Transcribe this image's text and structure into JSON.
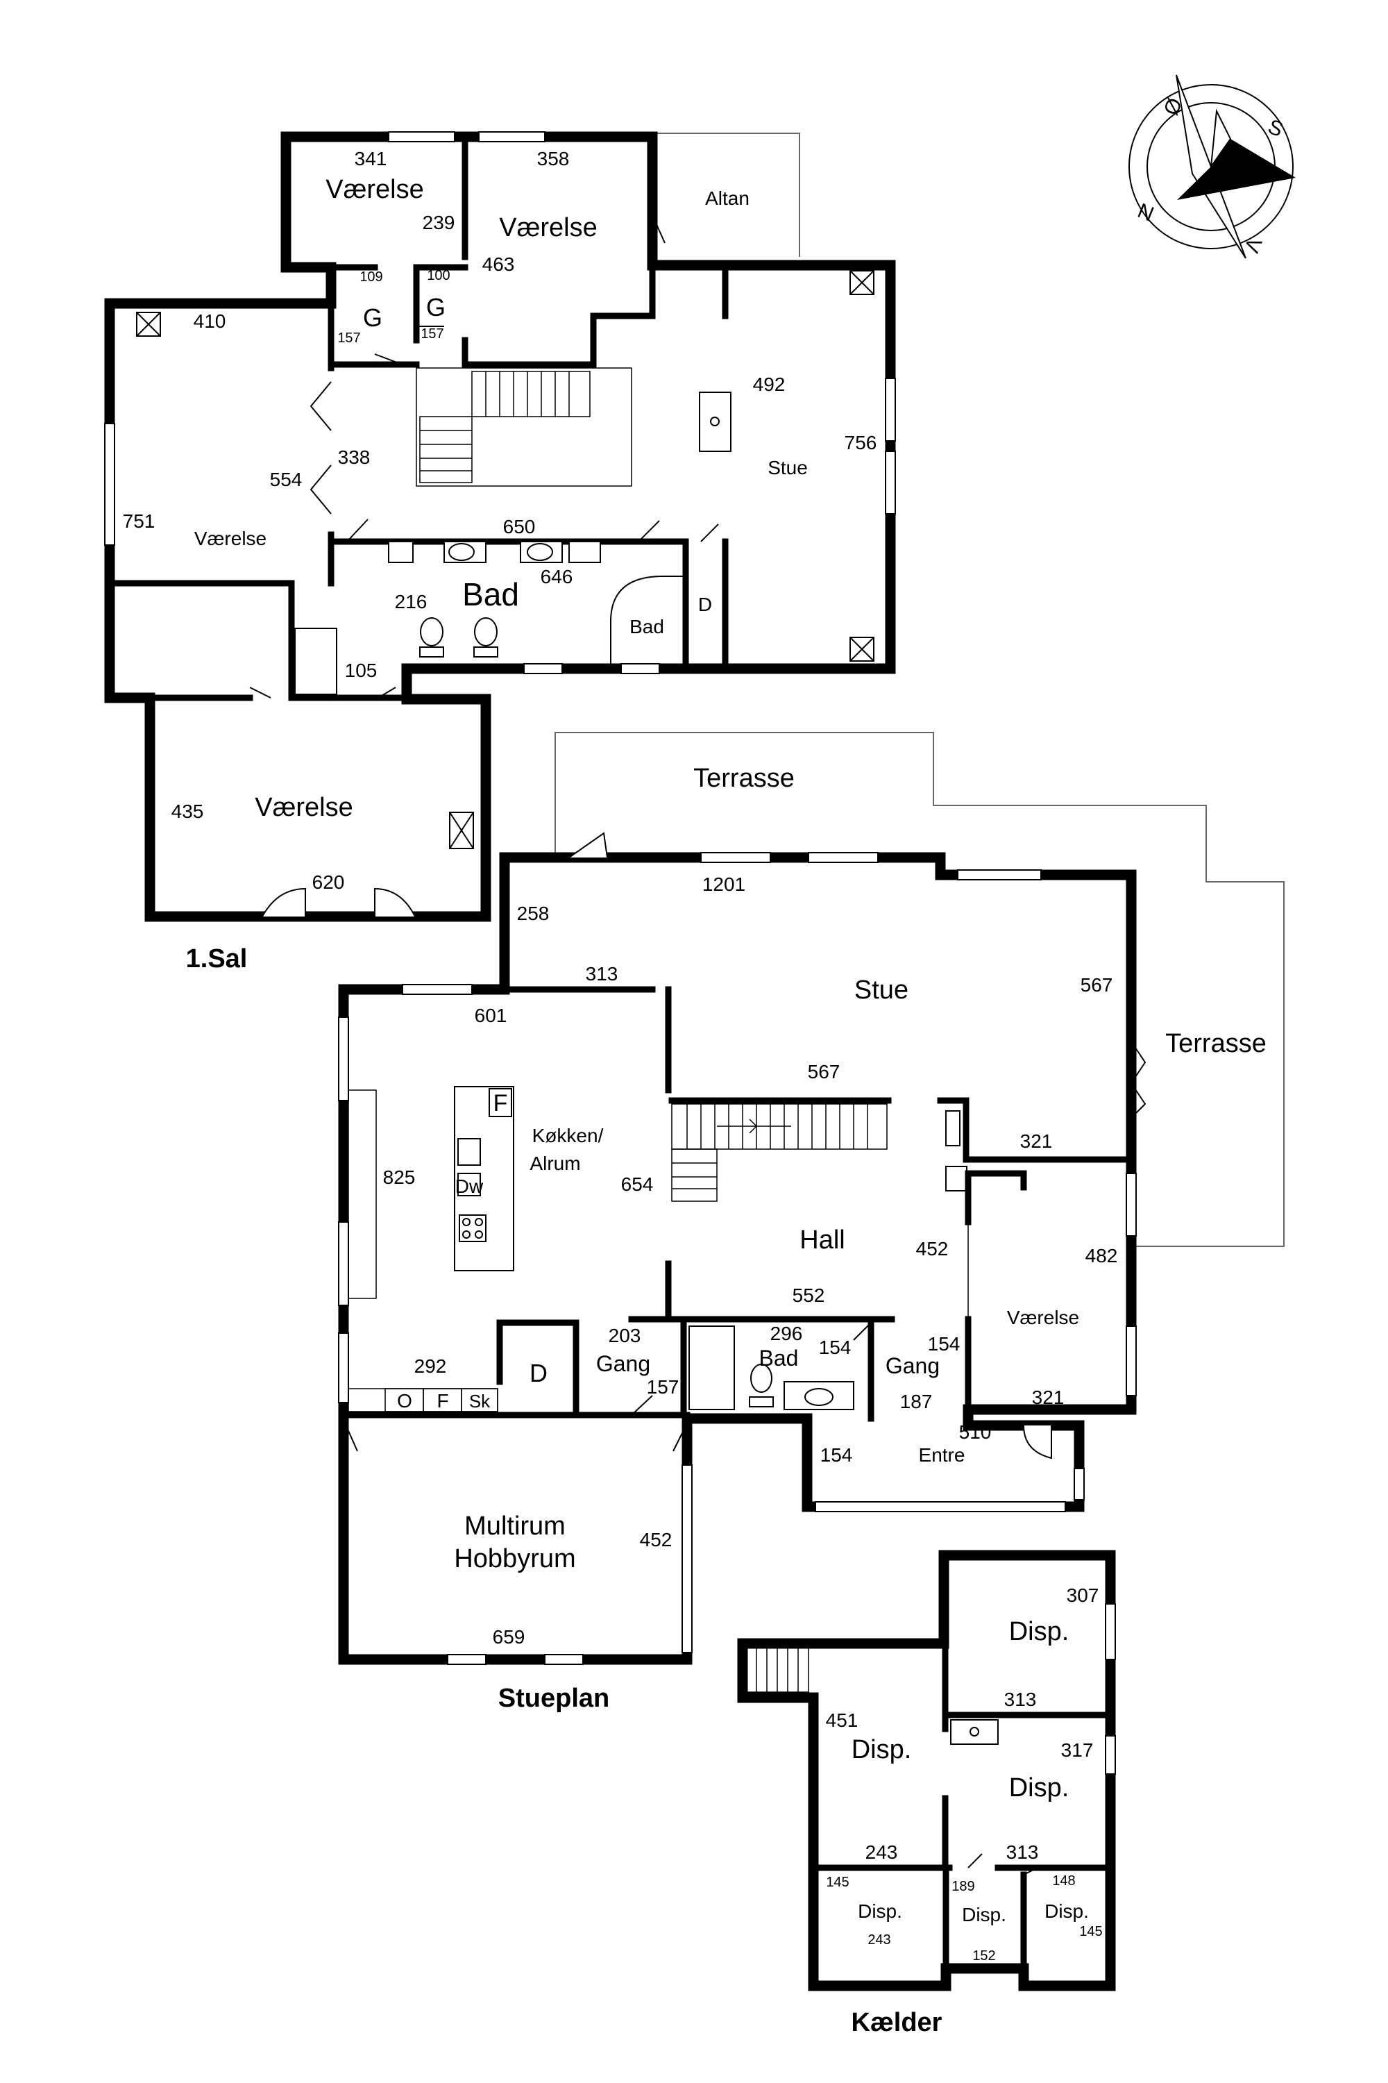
{
  "compass": {
    "letters": [
      "Ø",
      "S",
      "V",
      "N"
    ],
    "accent": "#000000"
  },
  "floors": {
    "first": {
      "title": "1.Sal",
      "rooms": {
        "vaerelse_a": "Værelse",
        "vaerelse_b": "Værelse",
        "altan": "Altan",
        "g1": "G",
        "g2": "G",
        "stue": "Stue",
        "vaerelse_west": "Værelse",
        "bad_big": "Bad",
        "bad_small": "Bad",
        "d": "D",
        "vaerelse_south": "Værelse"
      },
      "dims": {
        "d341": "341",
        "d239": "239",
        "d358": "358",
        "d463": "463",
        "d109": "109",
        "d100": "100",
        "d157a": "157",
        "d157b": "157",
        "d410": "410",
        "d492": "492",
        "d756": "756",
        "d338": "338",
        "d554": "554",
        "d751": "751",
        "d650": "650",
        "d646": "646",
        "d216": "216",
        "d105": "105",
        "d435": "435",
        "d620": "620"
      }
    },
    "ground": {
      "title": "Stueplan",
      "rooms": {
        "terrasse_top": "Terrasse",
        "terrasse_right": "Terrasse",
        "stue": "Stue",
        "kitchen_1": "Køkken/",
        "kitchen_2": "Alrum",
        "hall": "Hall",
        "vaerelse": "Værelse",
        "d": "D",
        "gang_1": "Gang",
        "bad": "Bad",
        "gang_2": "Gang",
        "entre": "Entre",
        "multi_1": "Multirum",
        "multi_2": "Hobbyrum"
      },
      "fixtures": {
        "f": "F",
        "dw": "Dw",
        "o": "O",
        "f2": "F",
        "sk": "Sk"
      },
      "dims": {
        "d1201": "1201",
        "d258": "258",
        "d313": "313",
        "d601": "601",
        "d567a": "567",
        "d567b": "567",
        "d825": "825",
        "d654": "654",
        "d321a": "321",
        "d452a": "452",
        "d482": "482",
        "d552": "552",
        "d203": "203",
        "d296": "296",
        "d154a": "154",
        "d292": "292",
        "d157": "157",
        "d187": "187",
        "d321b": "321",
        "d510": "510",
        "d154b": "154",
        "d452b": "452",
        "d659": "659"
      }
    },
    "basement": {
      "title": "Kælder",
      "rooms": {
        "disp_a": "Disp.",
        "disp_b": "Disp.",
        "disp_c": "Disp.",
        "disp_d": "Disp.",
        "disp_e": "Disp.",
        "disp_f": "Disp."
      },
      "dims": {
        "d307": "307",
        "d313a": "313",
        "d451": "451",
        "d317": "317",
        "d243a": "243",
        "d313b": "313",
        "d145a": "145",
        "d189": "189",
        "d148": "148",
        "d243b": "243",
        "d145b": "145",
        "d152": "152"
      }
    }
  }
}
